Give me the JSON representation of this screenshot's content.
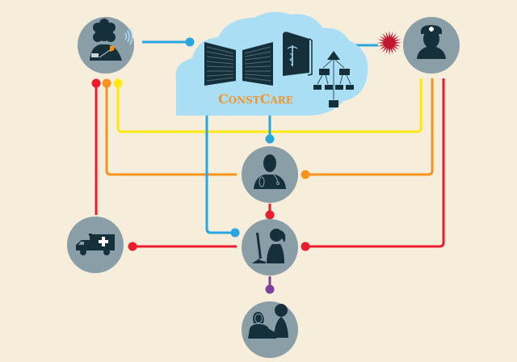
{
  "brand": {
    "name_initial_1": "C",
    "name_rest_1": "ONST",
    "name_initial_2": "C",
    "name_rest_2": "ARE",
    "full_name": "ConstCare"
  },
  "colors": {
    "background": "#f6eddb",
    "cloud": "#a9def4",
    "node_circle": "#8a9ea8",
    "icon_dark": "#15303a",
    "brand_text": "#f1962a",
    "blue_line": "#27a6e0",
    "red_line": "#ec1c2d",
    "orange_line": "#f7941e",
    "yellow_line": "#fde910",
    "purple_line": "#7d3f98",
    "alert_burst": "#c1182f"
  },
  "nodes": [
    {
      "id": "patient",
      "icon": "patient-with-wearable-icon"
    },
    {
      "id": "nurse",
      "icon": "nurse-icon"
    },
    {
      "id": "doctor",
      "icon": "doctor-icon"
    },
    {
      "id": "receptionist",
      "icon": "receptionist-computer-icon"
    },
    {
      "id": "ambulance",
      "icon": "ambulance-icon"
    },
    {
      "id": "family",
      "icon": "family-icon"
    }
  ],
  "cloud": {
    "icons": [
      "server-rack-icon",
      "server-rack-icon",
      "medical-book-icon",
      "hierarchy-tree-icon"
    ]
  },
  "alert": {
    "icon": "alert-burst-icon"
  }
}
